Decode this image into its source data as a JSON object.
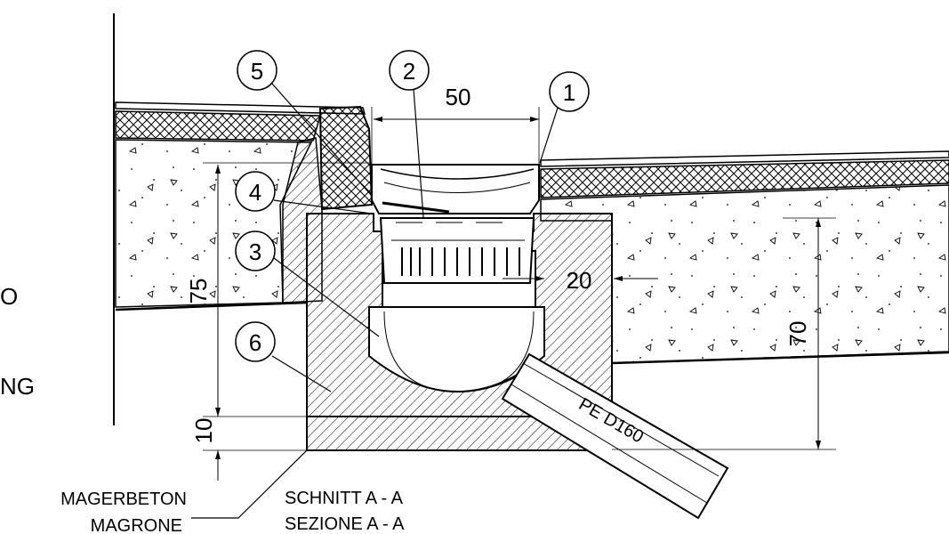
{
  "callouts": [
    {
      "num": "1",
      "part": "grating-frame"
    },
    {
      "num": "2",
      "part": "dirt-bucket"
    },
    {
      "num": "3",
      "part": "gully-upper-part"
    },
    {
      "num": "4",
      "part": "seal-ring"
    },
    {
      "num": "5",
      "part": "edge-stone"
    },
    {
      "num": "6",
      "part": "gully-body"
    }
  ],
  "dimensions": {
    "width_top": "50",
    "wall_thickness": "20",
    "height_total": "75",
    "height_right": "70",
    "base_thickness": "10"
  },
  "pipe_label": "PE D160",
  "left_partial_text": [
    "O",
    "NG"
  ],
  "base_label": [
    "MAGERBETON",
    "MAGRONE"
  ],
  "section_title": [
    "SCHNITT A - A",
    "SEZIONE A - A"
  ],
  "colors": {
    "line": "#000000",
    "background": "#ffffff"
  }
}
